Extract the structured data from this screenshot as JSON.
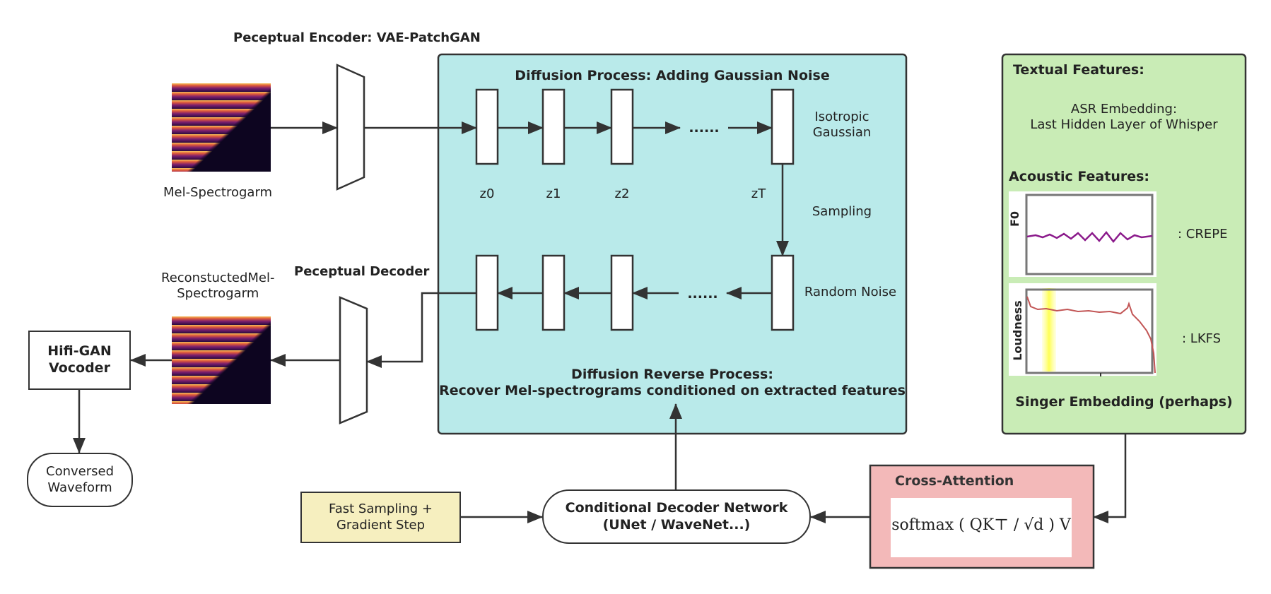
{
  "encoder": {
    "title": "Peceptual Encoder: VAE-PatchGAN",
    "input_label": "Mel-Spectrogarm"
  },
  "diffusion": {
    "title": "Diffusion Process: Adding Gaussian Noise",
    "latents": [
      "z0",
      "z1",
      "z2",
      "zT"
    ],
    "ellipsis": "......",
    "isotropic": "Isotropic\nGaussian",
    "sampling": "Sampling",
    "random_noise": "Random Noise",
    "reverse_title": "Diffusion Reverse Process:",
    "reverse_subtitle": "Recover Mel-spectrograms conditioned on extracted features"
  },
  "decoder": {
    "title": "Peceptual Decoder",
    "output_label": "ReconstuctedMel-\nSpectrogarm"
  },
  "vocoder": {
    "label": "Hifi-GAN\nVocoder"
  },
  "waveform": {
    "label": "Conversed\nWaveform"
  },
  "fast_sampling": {
    "label": "Fast Sampling +\nGradient Step"
  },
  "cond_decoder": {
    "label": "Conditional Decoder Network\n(UNet / WaveNet...)"
  },
  "cross_attention": {
    "title": "Cross-Attention",
    "formula": "softmax ( QK⊤ / √d ) V"
  },
  "features": {
    "textual_title": "Textual Features:",
    "asr": "ASR Embedding:\nLast Hidden Layer of Whisper",
    "acoustic_title": "Acoustic Features:",
    "f0_axis": "F0",
    "f0_method": ": CREPE",
    "loudness_axis": "Loudness",
    "loudness_method": ": LKFS",
    "singer": "Singer Embedding (perhaps)"
  },
  "colors": {
    "diffusion_bg": "#b9eaea",
    "features_bg": "#c9ecb6",
    "attention_bg": "#f3b9b9",
    "fast_sampling_bg": "#f6efbf",
    "f0_line": "#8b1a8b",
    "loudness_line": "#c25555"
  }
}
